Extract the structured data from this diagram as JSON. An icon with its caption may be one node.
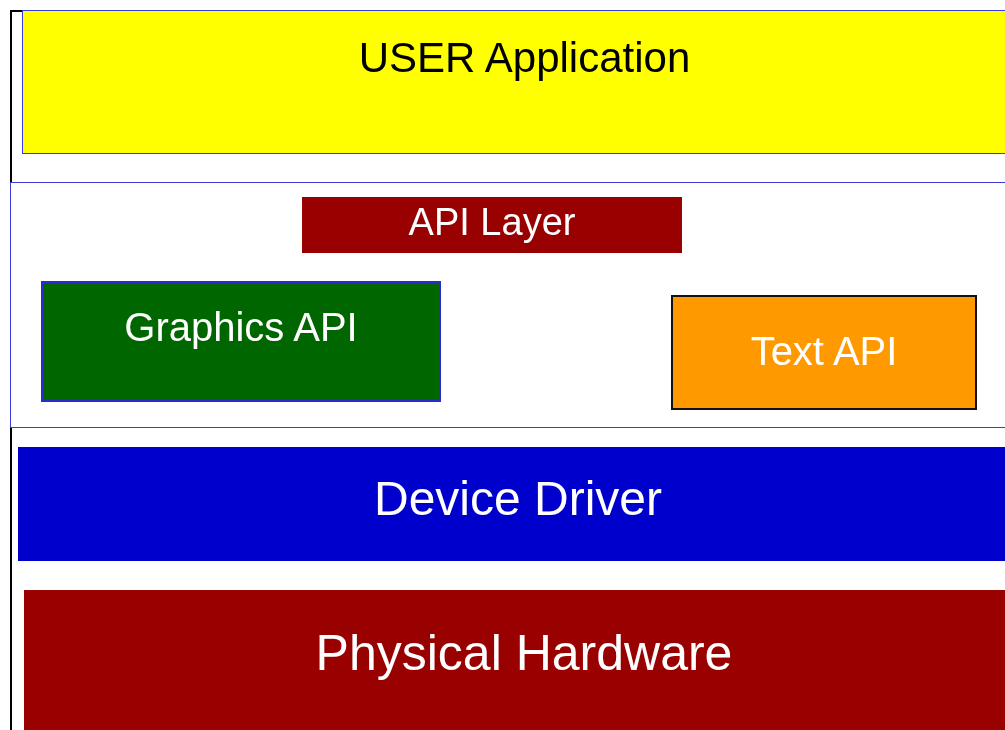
{
  "diagram": {
    "nodes": [
      {
        "text": [
          "USER Application"
        ]
      },
      {
        "text": [],
        "shape": "box"
      },
      {
        "text": [
          "API Layer"
        ],
        "in": 1
      },
      {
        "text": [
          "Graphics API"
        ],
        "in": 1
      },
      {
        "text": [
          "Text API"
        ],
        "in": 1
      },
      {
        "text": [
          "Device Driver"
        ]
      },
      {
        "text": [
          "Physical Hardware"
        ]
      }
    ]
  }
}
